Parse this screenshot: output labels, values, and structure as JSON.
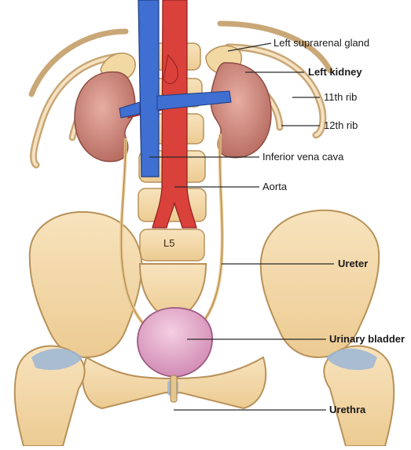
{
  "labels": {
    "left_suprarenal_gland": "Left suprarenal gland",
    "left_kidney": "Left kidney",
    "rib_11": "11th rib",
    "rib_12": "12th rib",
    "inferior_vena_cava": "Inferior vena cava",
    "aorta": "Aorta",
    "ureter": "Ureter",
    "urinary_bladder": "Urinary bladder",
    "urethra": "Urethra"
  },
  "vertebra_label": "L5",
  "colors": {
    "bone": "#f3d7a8",
    "bone_outline": "#b8915a",
    "kidney": "#c98378",
    "bladder": "#e3a8c8",
    "vena_cava": "#3f6fd0",
    "aorta": "#d9413a",
    "cartilage": "#9bb6d6"
  }
}
